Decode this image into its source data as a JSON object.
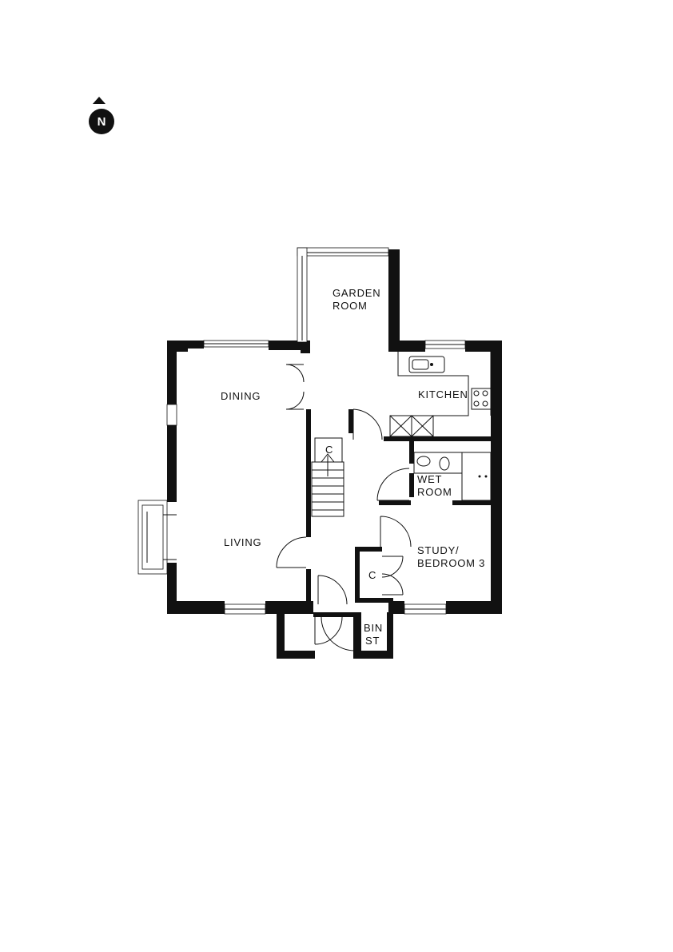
{
  "compass": {
    "label": "N",
    "icon": "north-arrow-icon"
  },
  "rooms": {
    "garden_room": {
      "line1": "GARDEN",
      "line2": "ROOM"
    },
    "dining": "DINING",
    "kitchen": "KITCHEN",
    "cupboard_stairs": "C",
    "wet_room": {
      "line1": "WET",
      "line2": "ROOM"
    },
    "living": "LIVING",
    "study": {
      "line1": "STUDY/",
      "line2": "BEDROOM 3"
    },
    "cupboard_study": "C",
    "bin_store": {
      "line1": "BIN",
      "line2": "ST"
    }
  },
  "colors": {
    "wall": "#111111",
    "background": "#ffffff"
  }
}
